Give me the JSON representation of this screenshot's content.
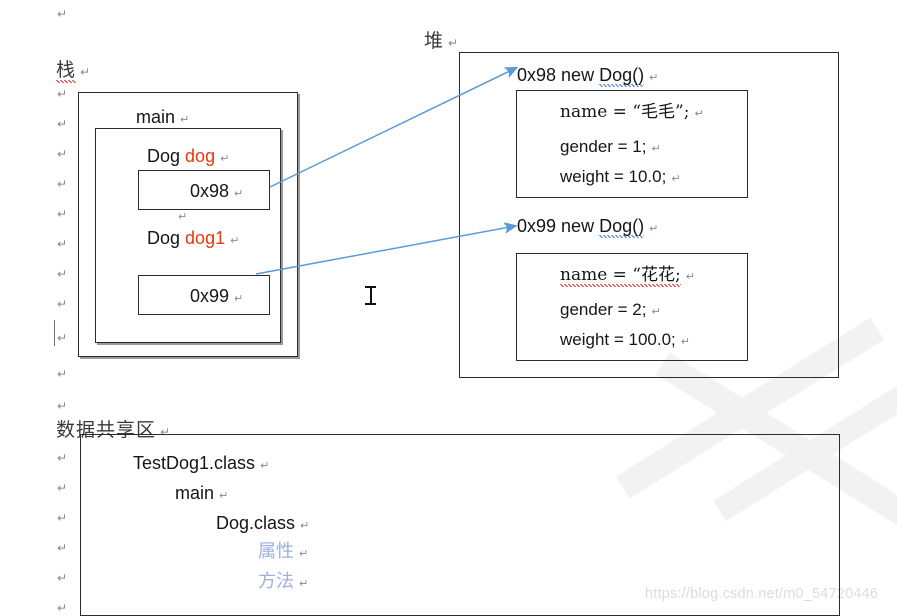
{
  "document": {
    "watermark_url": "https://blog.csdn.net/m0_54720446"
  },
  "pilcrow_glyph": "↵",
  "sections": {
    "stack": {
      "label": "栈",
      "outer_box_name": "stack-outer-box",
      "frame_label": "main",
      "variables": [
        {
          "type": "Dog",
          "name": "dog",
          "value": "0x98"
        },
        {
          "type": "Dog",
          "name": "dog1",
          "value": "0x99"
        }
      ]
    },
    "heap": {
      "label": "堆",
      "objects": [
        {
          "header": "0x98 new Dog()",
          "header_address": "0x98",
          "header_rest": " new ",
          "header_class": "Dog()",
          "fields": [
            {
              "text": "name = “毛毛”;"
            },
            {
              "text": "gender = 1;"
            },
            {
              "text": "weight = 10.0;"
            }
          ]
        },
        {
          "header": "0x99 new Dog()",
          "header_address": "0x99",
          "header_rest": " new ",
          "header_class": "Dog()",
          "fields": [
            {
              "text": "name = “花花;"
            },
            {
              "text": "gender = 2;"
            },
            {
              "text": "weight = 100.0;"
            }
          ]
        }
      ]
    },
    "shared_data": {
      "label": "数据共享区",
      "entries": [
        {
          "text": "TestDog1.class",
          "style": "normal"
        },
        {
          "text": "main",
          "style": "normal"
        },
        {
          "text": "Dog.class",
          "style": "normal"
        },
        {
          "text": "属性",
          "style": "bluegray"
        },
        {
          "text": "方法",
          "style": "bluegray"
        }
      ]
    }
  },
  "arrows": [
    {
      "name": "arrow-dog-to-0x98",
      "from": "0x98-stack-slot",
      "to": "0x98-heap-object"
    },
    {
      "name": "arrow-dog1-to-0x99",
      "from": "0x99-stack-slot",
      "to": "0x99-heap-object"
    }
  ],
  "colors": {
    "arrow": "#5b9bd5",
    "variable_name": "#e8380d",
    "bluegray_text": "#9db0dc",
    "box_border": "#2b2b2b",
    "pilcrow": "#8a8a8a",
    "watermark": "#dcdcdc"
  }
}
